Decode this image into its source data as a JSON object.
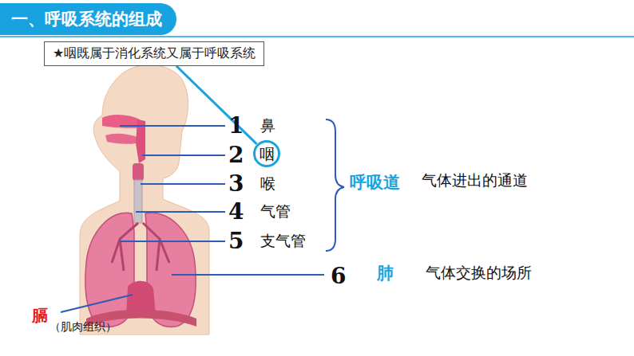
{
  "diagram": {
    "title": "一、呼吸系统的组成",
    "nodes": [
      {
        "text": [
          "★咽既属于消化系统又属于呼吸系统"
        ]
      },
      {
        "text": [
          "咽"
        ]
      }
    ],
    "edges": [
      {
        "from": 0,
        "to": 1,
        "arrow": "none"
      }
    ],
    "labels": [
      "1",
      "鼻",
      "2",
      "3",
      "喉",
      "4",
      "气管",
      "5",
      "支气管",
      "呼吸道",
      "气体进出的通道",
      "6",
      "肺",
      "气体交换的场所",
      "膈",
      "（肌肉组织）"
    ]
  }
}
